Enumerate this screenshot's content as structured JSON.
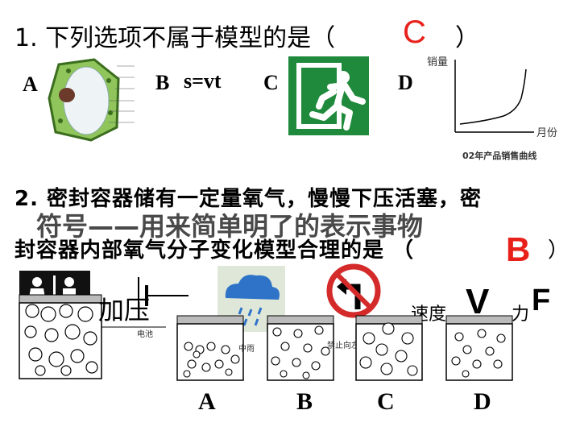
{
  "q1": {
    "question": "1. 下列选项不属于模型的是（",
    "answer": "C",
    "close": "）",
    "options": {
      "a_label": "A",
      "b_label": "B",
      "b_formula": "s=vt",
      "c_label": "C",
      "d_label": "D"
    },
    "graph": {
      "ylabel": "销量",
      "xlabel": "月份",
      "caption": "02年产品销售曲线"
    }
  },
  "q2": {
    "line1": "2. 密封容器储有一定量氧气，慢慢下压活塞，密",
    "overlay": "符号——用来简单明了的表示事物",
    "line2": "封容器内部氧气分子变化模型合理的是 （",
    "answer": "B",
    "close": "）",
    "press_label": "加压",
    "battery_label": "电池",
    "rain_label": "中雨",
    "noturn_label": "禁止向左转弯",
    "speed_label": "速度",
    "speed_symbol": "V",
    "force_label": "力",
    "force_symbol": "F",
    "container_labels": [
      "A",
      "B",
      "C",
      "D"
    ]
  },
  "colors": {
    "answer": "#e8201a",
    "exit_sign": "#1f8a3c",
    "cell_green": "#8fc55a",
    "cloud_blue": "#2f73c9",
    "sign_red": "#d42a2a"
  }
}
